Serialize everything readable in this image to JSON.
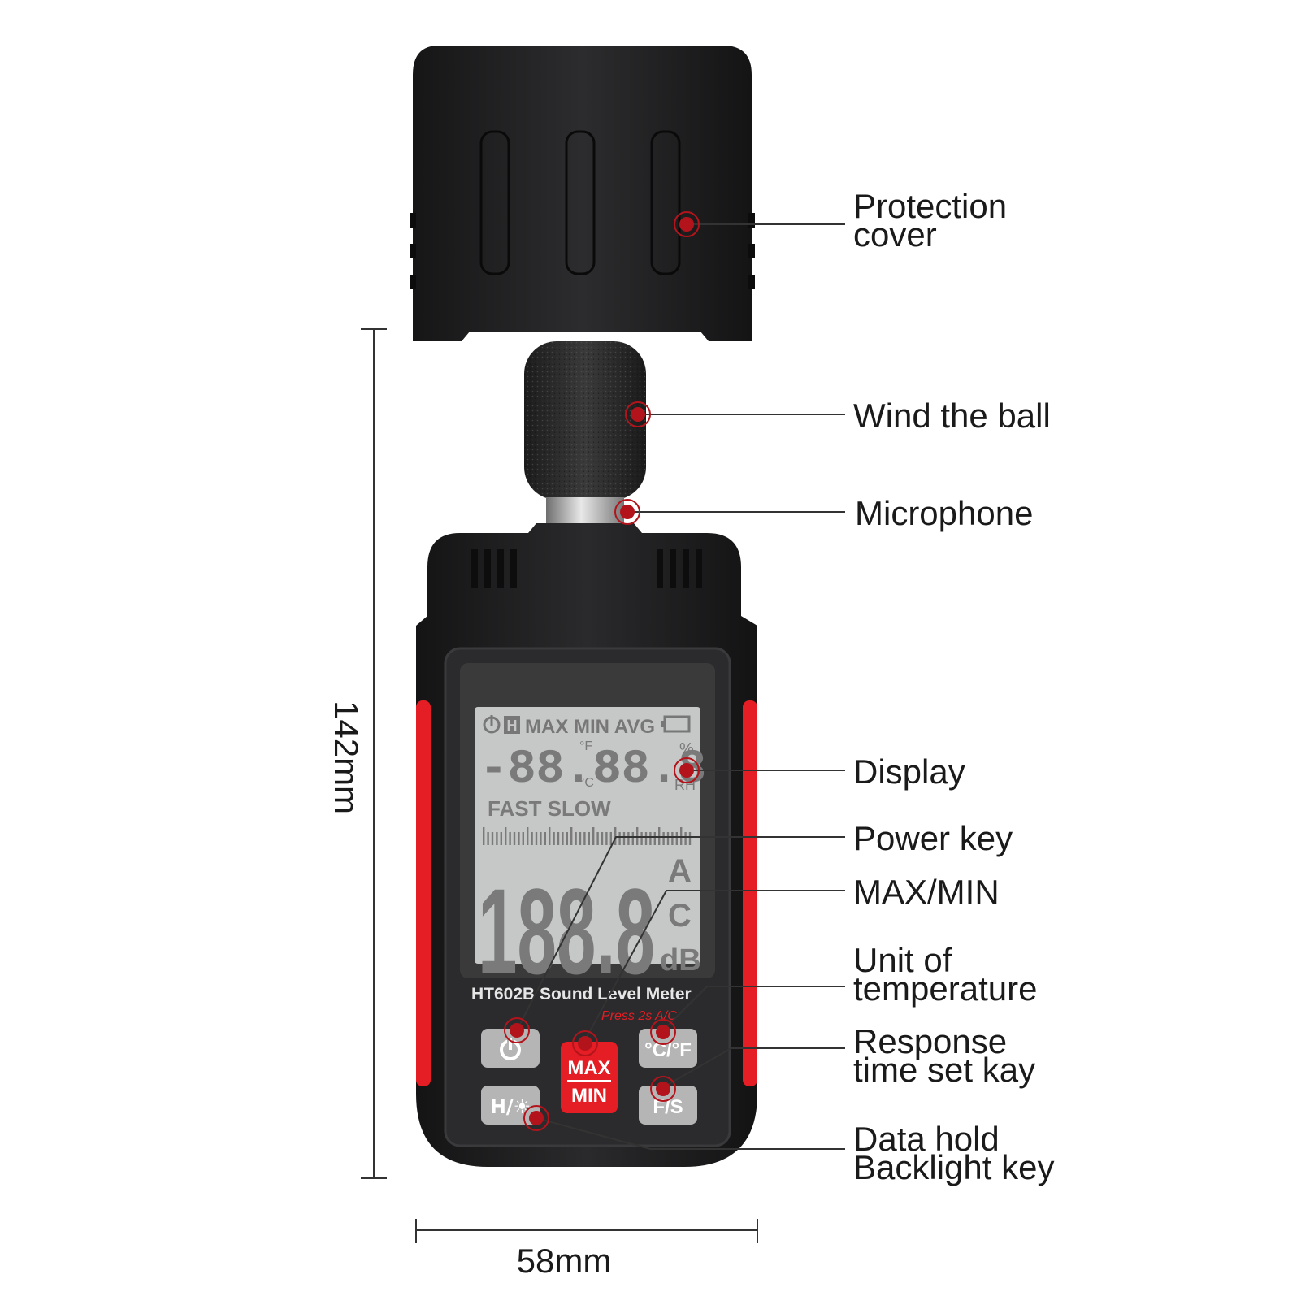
{
  "device": {
    "model_label": "HT602B Sound Level Meter",
    "press_hint": "Press 2s A/C",
    "lcd": {
      "top_row": "MAX MIN AVG",
      "hold_icon": "H",
      "secondary_digits_left": "-88.8",
      "secondary_digits_right": "88.8",
      "unit_f": "°F",
      "unit_c": "°C",
      "unit_percent": "%",
      "unit_rh": "RH",
      "response_modes": "FAST SLOW",
      "main_digits": "188.8",
      "weighting_a": "A",
      "weighting_c": "C",
      "unit_db": "dB"
    },
    "keys": {
      "power_icon": "power-icon",
      "maxmin_top": "MAX",
      "maxmin_bottom": "MIN",
      "temp_unit": "°C/°F",
      "response": "F/S",
      "hold_backlight": "H/☀"
    },
    "colors": {
      "accent": "#e51d24",
      "body": "#1f1f21",
      "lcd": "#c6c8c7",
      "callout_dot": "#b3141c"
    }
  },
  "callouts": {
    "protection_cover": "Protection\ncover",
    "wind_ball": "Wind the ball",
    "microphone": "Microphone",
    "display": "Display",
    "power_key": "Power key",
    "max_min": "MAX/MIN",
    "unit_temp": "Unit of\ntemperature",
    "response_key": "Response\ntime set kay",
    "data_hold": "Data hold\nBacklight key"
  },
  "dimensions": {
    "height": "142mm",
    "width": "58mm"
  }
}
